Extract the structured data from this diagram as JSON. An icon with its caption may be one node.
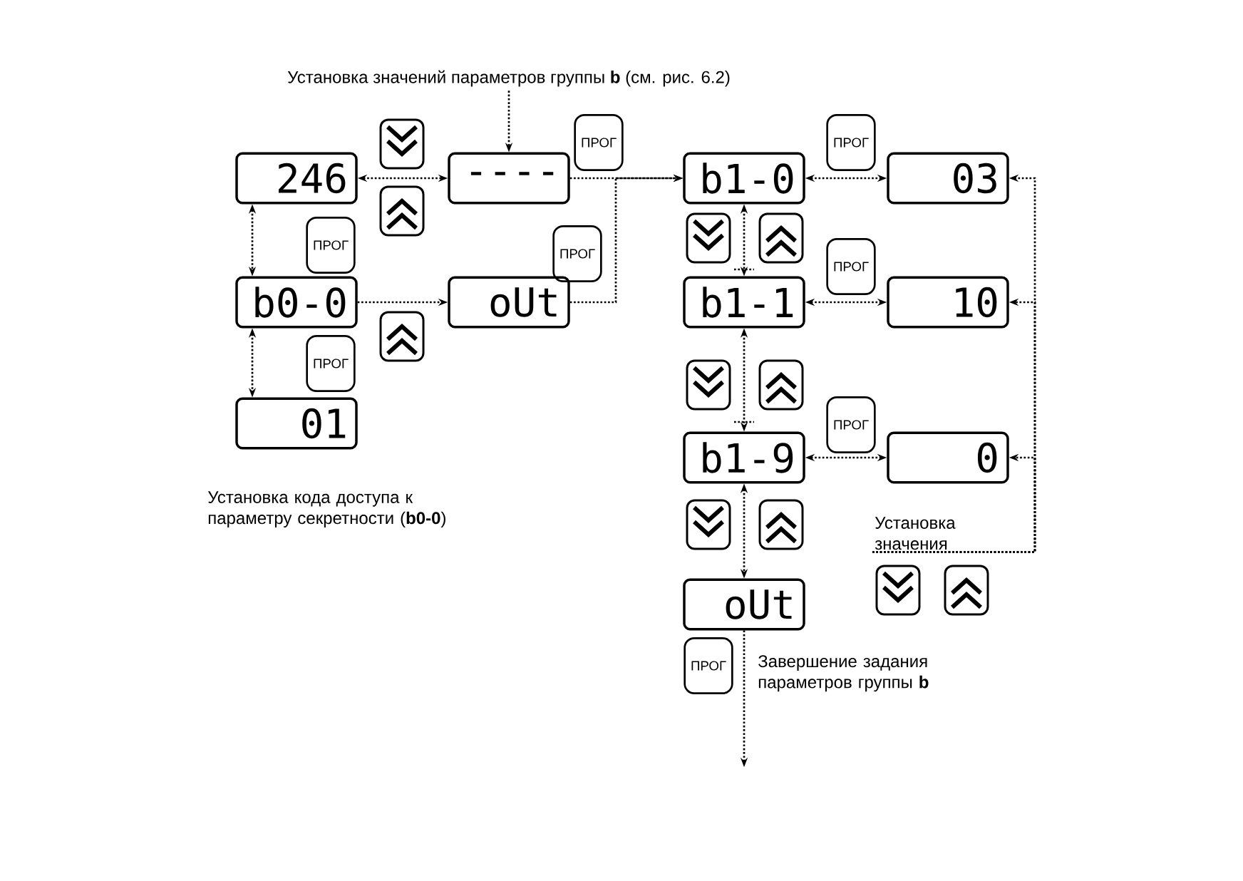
{
  "diagram": {
    "nodes": [
      {
        "text": [
          "Установка значений параметров группы **b** (см. рис. 6.2)"
        ]
      },
      {
        "text": [
          "246"
        ]
      },
      {
        "text": [
          "----"
        ]
      },
      {
        "text": [
          "ПРОГ"
        ]
      },
      {
        "text": [
          "ПРОГ"
        ]
      },
      {
        "text": [
          "b0-0"
        ]
      },
      {
        "text": [
          "ПРОГ"
        ]
      },
      {
        "text": [
          "oUt"
        ]
      },
      {
        "text": [
          "ПРОГ"
        ]
      },
      {
        "text": [
          "01"
        ]
      },
      {
        "text": [
          "b1-0"
        ]
      },
      {
        "text": [
          "ПРОГ"
        ]
      },
      {
        "text": [
          "03"
        ]
      },
      {
        "text": [
          "ПРОГ"
        ]
      },
      {
        "text": [
          "b1-1"
        ]
      },
      {
        "text": [
          "10"
        ]
      },
      {
        "text": [
          "ПРОГ"
        ]
      },
      {
        "text": [
          "b1-9"
        ]
      },
      {
        "text": [
          "0"
        ]
      },
      {
        "text": [
          "Установка значения"
        ]
      },
      {
        "text": [
          "oUt"
        ]
      },
      {
        "text": [
          "ПРОГ"
        ]
      }
    ],
    "edges": [
      {
        "from": 0,
        "to": 2,
        "arrow": "to"
      },
      {
        "from": 1,
        "to": 2,
        "arrow": "both"
      },
      {
        "from": 1,
        "to": 5,
        "arrow": "both"
      },
      {
        "from": 5,
        "to": 9,
        "arrow": "both"
      },
      {
        "from": 5,
        "to": 7,
        "arrow": "to"
      },
      {
        "from": 2,
        "to": 10,
        "arrow": "to"
      },
      {
        "from": 7,
        "to": 10,
        "arrow": "to"
      },
      {
        "from": 10,
        "to": 12,
        "arrow": "both"
      },
      {
        "from": 10,
        "to": 14,
        "arrow": "both"
      },
      {
        "from": 14,
        "to": 15,
        "arrow": "both"
      },
      {
        "from": 14,
        "to": 17,
        "arrow": "both"
      },
      {
        "from": 17,
        "to": 18,
        "arrow": "both"
      },
      {
        "from": 17,
        "to": 20,
        "arrow": "both"
      },
      {
        "from": 19,
        "to": 12,
        "arrow": "to"
      },
      {
        "from": 19,
        "to": 15,
        "arrow": "to"
      },
      {
        "from": 19,
        "to": 18,
        "arrow": "to"
      },
      {
        "from": 20,
        "to": null,
        "arrow": "to"
      }
    ],
    "labels": [
      "Установка кода доступа к параметру секретности (**b0-0**)",
      "Завершение задания параметров группы **b**"
    ]
  }
}
